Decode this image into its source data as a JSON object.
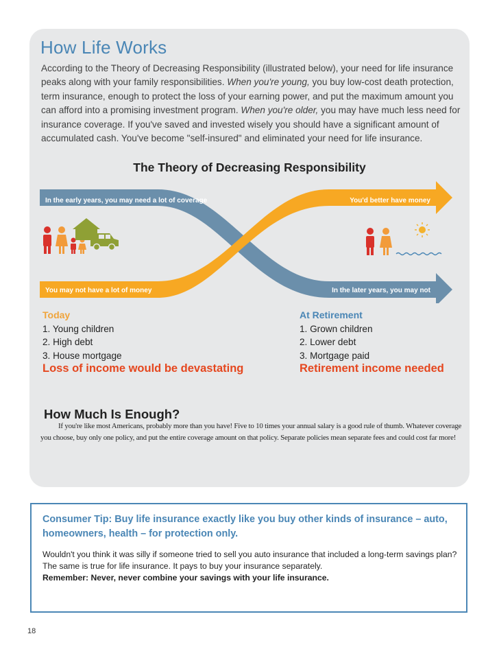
{
  "section": {
    "title": "How Life Works",
    "intro": {
      "part1": "According to the Theory of Decreasing Responsibility (illustrated below), your need for life insurance peaks along with your family responsibilities. ",
      "em1": "When you're young,",
      "part2": " you buy low-cost death protection, term insurance, enough to protect the loss of your earning power, and put the maximum amount you can afford into a promising investment program. ",
      "em2": "When you're older,",
      "part3": " you may have much less need for insurance coverage. If you've saved and invested wisely you should have a significant amount of accumulated cash. You've become \"self-insured\" and eliminated your need for life insurance."
    }
  },
  "diagram": {
    "title": "The Theory of Decreasing Responsibility",
    "arrow_top_left": "In the early years, you may need a lot of coverage",
    "arrow_top_right": "You'd better have money",
    "arrow_bottom_left": "You may not have a lot of money",
    "arrow_bottom_right": "In the later years, you may not",
    "colors": {
      "orange": "#f7a823",
      "blue": "#6b8fab",
      "red": "#d9322b",
      "family_orange": "#f29b3a",
      "olive": "#8fa035",
      "sun": "#f3b22d",
      "water": "#4a86b5"
    },
    "icons": [
      "family-icon",
      "house-icon",
      "car-icon",
      "couple-icon",
      "sun-icon",
      "water-icon"
    ]
  },
  "today": {
    "heading": "Today",
    "items": [
      "1. Young children",
      "2. High debt",
      "3. House mortgage"
    ],
    "outcome": "Loss of income would be devastating"
  },
  "retirement": {
    "heading": "At Retirement",
    "items": [
      "1. Grown children",
      "2. Lower debt",
      "3. Mortgage paid"
    ],
    "outcome": "Retirement income needed"
  },
  "enough": {
    "title": "How Much Is Enough?",
    "text": "If you're like most Americans, probably more than you have! Five to 10 times your annual salary is a good rule of thumb. Whatever coverage you choose, buy only one policy, and put the entire coverage amount on that policy. Separate policies mean separate fees and could cost far more!"
  },
  "tip": {
    "heading": "Consumer Tip: Buy life insurance exactly like you buy other kinds of insurance – auto, homeowners, health – for protection only.",
    "body": "Wouldn't you think it was silly if someone tried to sell you auto insurance that included a long-term savings plan? The same is true for life insurance. It pays to buy your insurance separately.",
    "remember": "Remember: Never, never combine your savings with your life insurance."
  },
  "page_number": "18"
}
